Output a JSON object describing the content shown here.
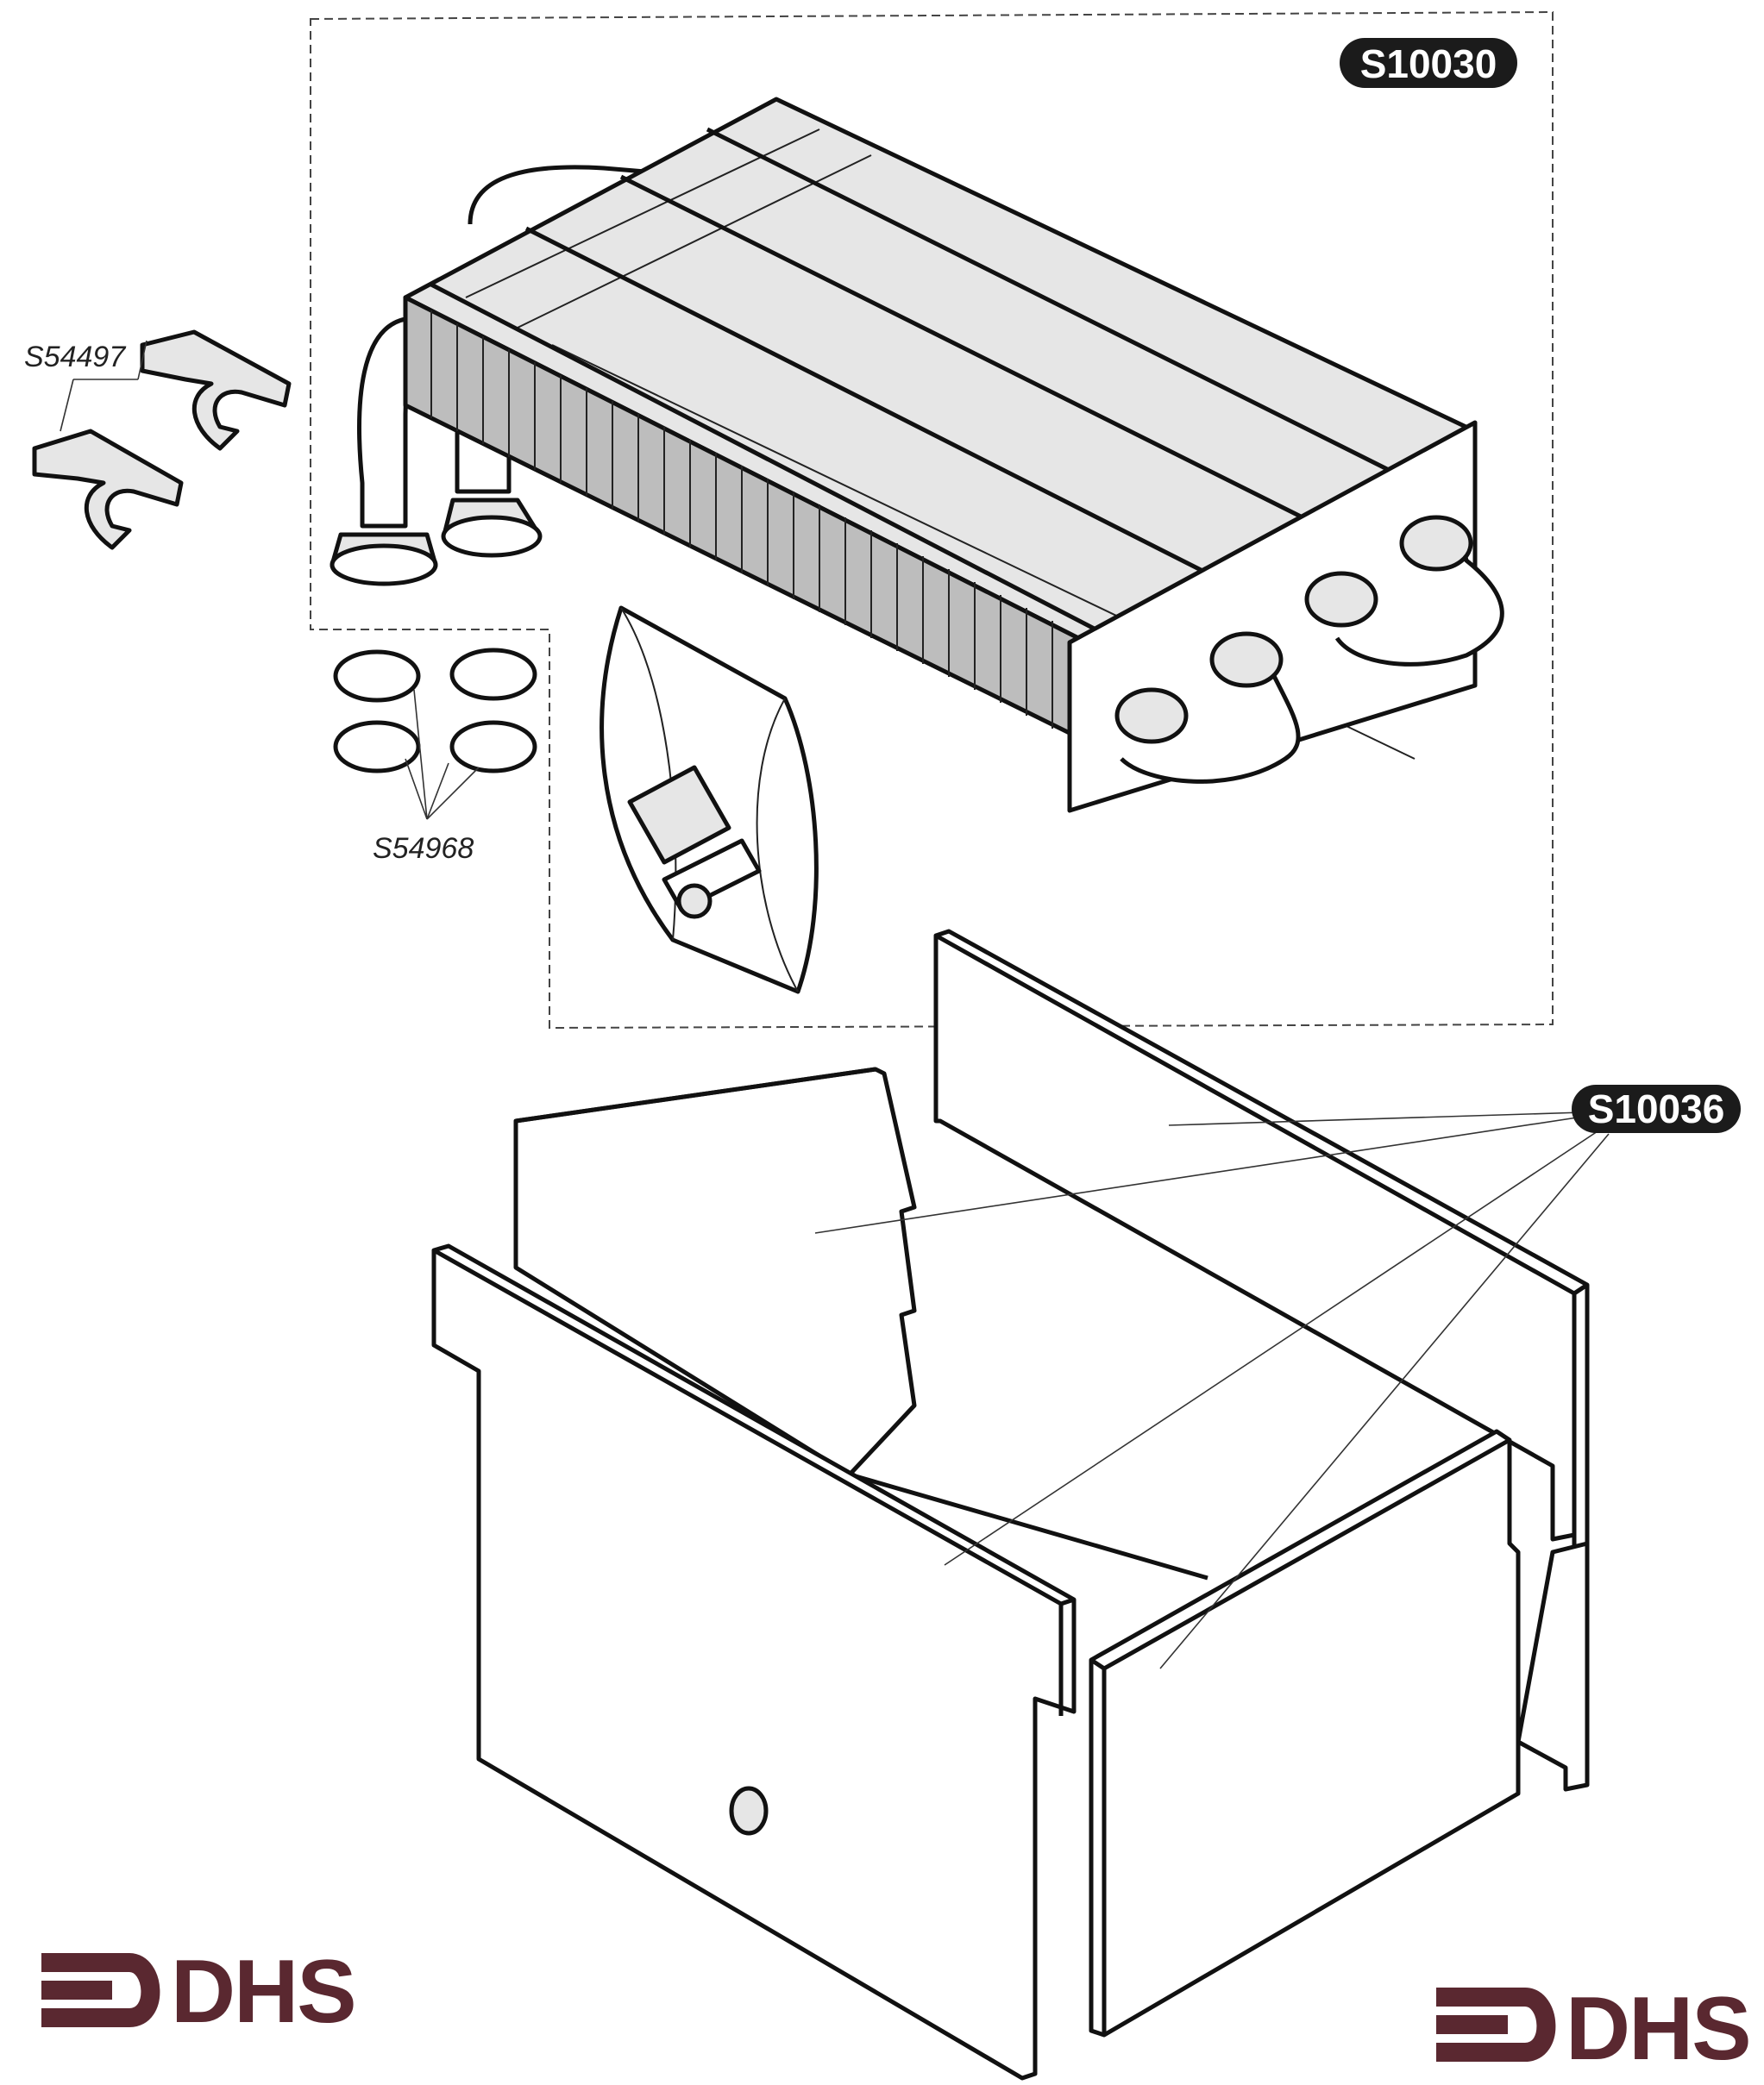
{
  "parts": {
    "heat_exchanger": {
      "code": "S10030",
      "icon": "heat-exchanger-icon"
    },
    "clips": {
      "code": "S54497",
      "icon": "retaining-clip-icon"
    },
    "seals": {
      "code": "S54968",
      "icon": "o-ring-seal-icon"
    },
    "insulation_panels": {
      "code": "S10036",
      "icon": "insulation-panel-icon"
    }
  },
  "logos": [
    {
      "text": "DHS",
      "color": "#5a2830"
    },
    {
      "text": "DHS",
      "color": "#5a2830"
    }
  ],
  "colors": {
    "callout_background": "#1b1b1b",
    "callout_text": "#ffffff",
    "logo": "#5a2830"
  }
}
